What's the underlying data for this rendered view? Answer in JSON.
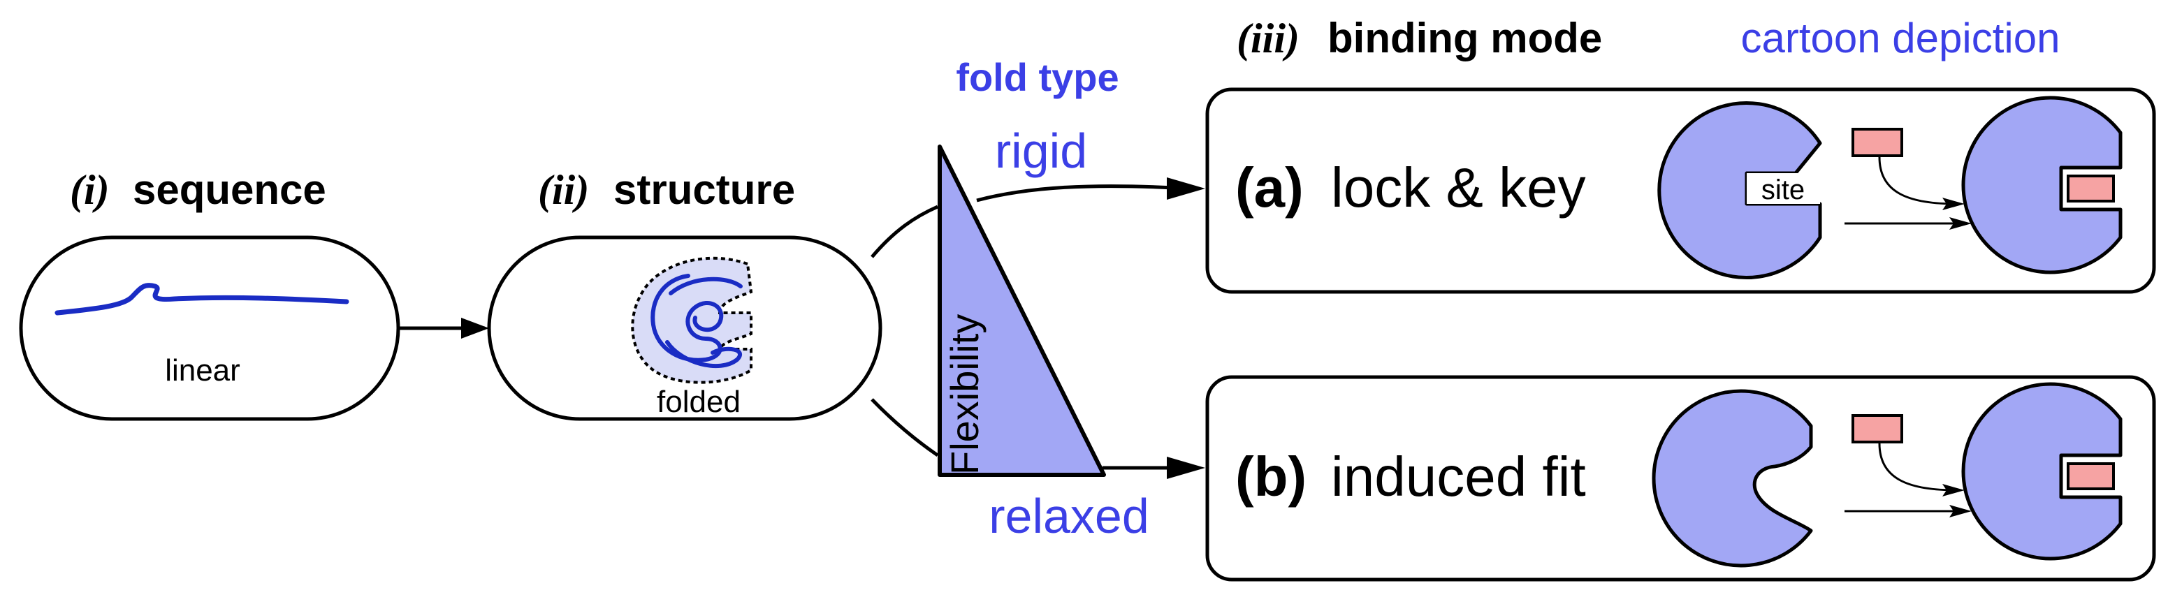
{
  "stages": {
    "sequence": {
      "roman": "(i)",
      "title": "sequence",
      "caption": "linear"
    },
    "structure": {
      "roman": "(ii)",
      "title": "structure",
      "caption": "folded"
    },
    "binding": {
      "roman": "(iii)",
      "title": "binding mode"
    }
  },
  "fold_type": {
    "title": "fold type",
    "top_label": "rigid",
    "bottom_label": "relaxed",
    "wedge_label": "Flexibility"
  },
  "cartoon_header": "cartoon depiction",
  "modes": [
    {
      "letter": "(a)",
      "name": "lock & key",
      "site_label": "site"
    },
    {
      "letter": "(b)",
      "name": "induced fit"
    }
  ],
  "colors": {
    "protein_fill": "#a2a7f5",
    "chain_blue": "#1a2cc4",
    "accent_blue": "#3b3fe6",
    "ligand_fill": "#f6a3a3",
    "stroke": "#000000"
  }
}
